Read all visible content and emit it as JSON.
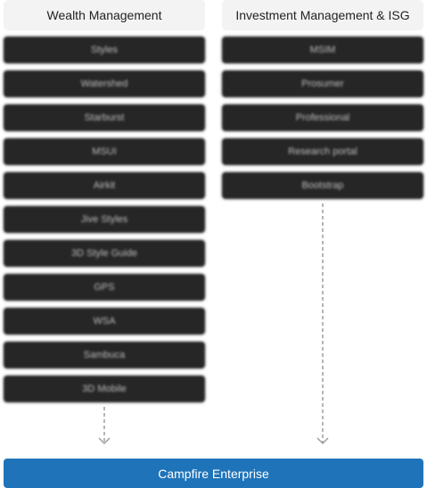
{
  "columns": [
    {
      "header": "Wealth Management",
      "items": [
        "Styles",
        "Watershed",
        "Starburst",
        "MSUI",
        "Airkit",
        "Jive Styles",
        "3D Style Guide",
        "GPS",
        "WSA",
        "Sambuca",
        "3D Mobile"
      ]
    },
    {
      "header": "Investment Management & ISG",
      "items": [
        "MSIM",
        "Prosumer",
        "Professional",
        "Research portal",
        "Bootstrap"
      ]
    }
  ],
  "footer": {
    "label": "Campfire Enterprise"
  },
  "colors": {
    "box": "#262626",
    "header_bg": "#f3f3f3",
    "footer_bg": "#1f74b9",
    "arrow": "#9e9e9e"
  },
  "arrow_icon": "arrow-down-dashed-icon"
}
